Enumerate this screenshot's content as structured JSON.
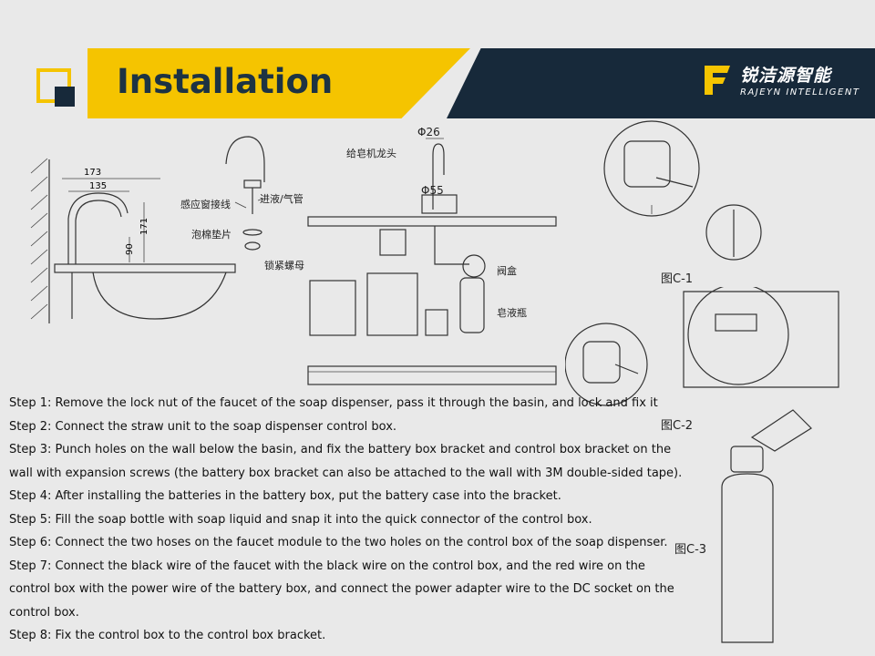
{
  "header": {
    "title": "Installation",
    "brand_cn": "锐洁源智能",
    "brand_en": "RAJEYN INTELLIGENT",
    "accent_color": "#f5c400",
    "dark_color": "#17293a"
  },
  "left_diagram": {
    "dims": [
      "173",
      "135",
      "171",
      "90"
    ]
  },
  "exploded_diagram": {
    "labels": [
      "感应窗接线",
      "进液/气管",
      "泡棉垫片",
      "锁紧螺母"
    ]
  },
  "center_diagram": {
    "dim_top": "Φ26",
    "dim_mid": "Φ55",
    "label_faucet": "给皂机龙头",
    "label_valve_box": "阀盒",
    "label_soap_bottle": "皂液瓶"
  },
  "figures": {
    "c1": "图C-1",
    "c2": "图C-2",
    "c3": "图C-3"
  },
  "steps": [
    "Step 1: Remove the lock nut of the faucet of the soap dispenser, pass it through the basin, and lock and fix it",
    "Step 2: Connect the straw unit to the soap dispenser control box.",
    "Step 3: Punch holes on the wall below the basin, and fix the battery box bracket and control box bracket on the wall with expansion screws (the battery box bracket can also be attached to the wall with 3M double-sided tape).",
    "Step 4: After installing the batteries in the battery box, put the battery case into the bracket.",
    "Step 5: Fill the soap bottle with soap liquid and snap it into the quick connector of the control box.",
    "Step 6: Connect the two hoses on the faucet module to the two holes on the control box of the soap dispenser.",
    "Step 7: Connect the black wire of the faucet with the black wire on the control box, and the red wire on the control box with the power wire of the battery box, and connect the power adapter wire to the DC socket on the control box.",
    "Step 8: Fix the control box to the control box bracket."
  ]
}
